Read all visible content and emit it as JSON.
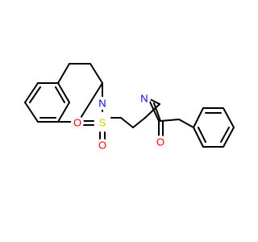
{
  "molecule": {
    "atoms": {
      "N1": {
        "symbol": "N",
        "color": "#0000ff"
      },
      "S": {
        "symbol": "S",
        "color": "#cccc00"
      },
      "O1": {
        "symbol": "O",
        "color": "#ff0000"
      },
      "O2": {
        "symbol": "O",
        "color": "#ff0000"
      },
      "N2": {
        "symbol": "N",
        "color": "#0000ff"
      },
      "O3": {
        "symbol": "O",
        "color": "#ff0000"
      }
    },
    "bond_color": "#000000",
    "background": "#ffffff"
  }
}
